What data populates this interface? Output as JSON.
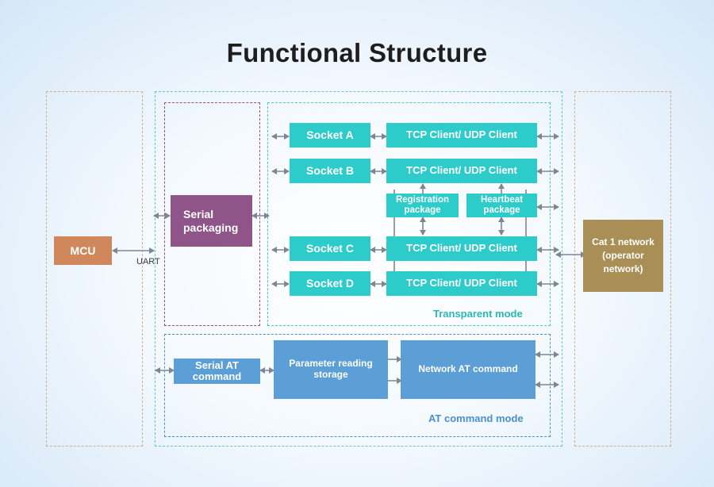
{
  "title": "Functional Structure",
  "labels": {
    "mcu": "MCU",
    "uart": "UART",
    "serial_packaging": "Serial packaging",
    "socket_a": "Socket A",
    "socket_b": "Socket B",
    "socket_c": "Socket C",
    "socket_d": "Socket D",
    "tcp_udp_client": "TCP Client/ UDP Client",
    "registration_package": "Registration package",
    "heartbeat_package": "Heartbeat package",
    "cat1_network": "Cat 1 network (operator network)",
    "serial_at_command": "Serial AT command",
    "parameter_reading_storage": "Parameter reading storage",
    "network_at_command": "Network AT command",
    "transparent_mode": "Transparent mode",
    "at_command_mode": "AT command mode"
  },
  "colors": {
    "teal": "#2ecbcb",
    "blue": "#5b9fd6",
    "purple": "#8f5589",
    "orange": "#d0875c",
    "olive": "#a98f55",
    "arrow": "#7b8794",
    "transparent_mode_text": "#2ab7b4",
    "at_mode_text": "#4a90cf"
  }
}
